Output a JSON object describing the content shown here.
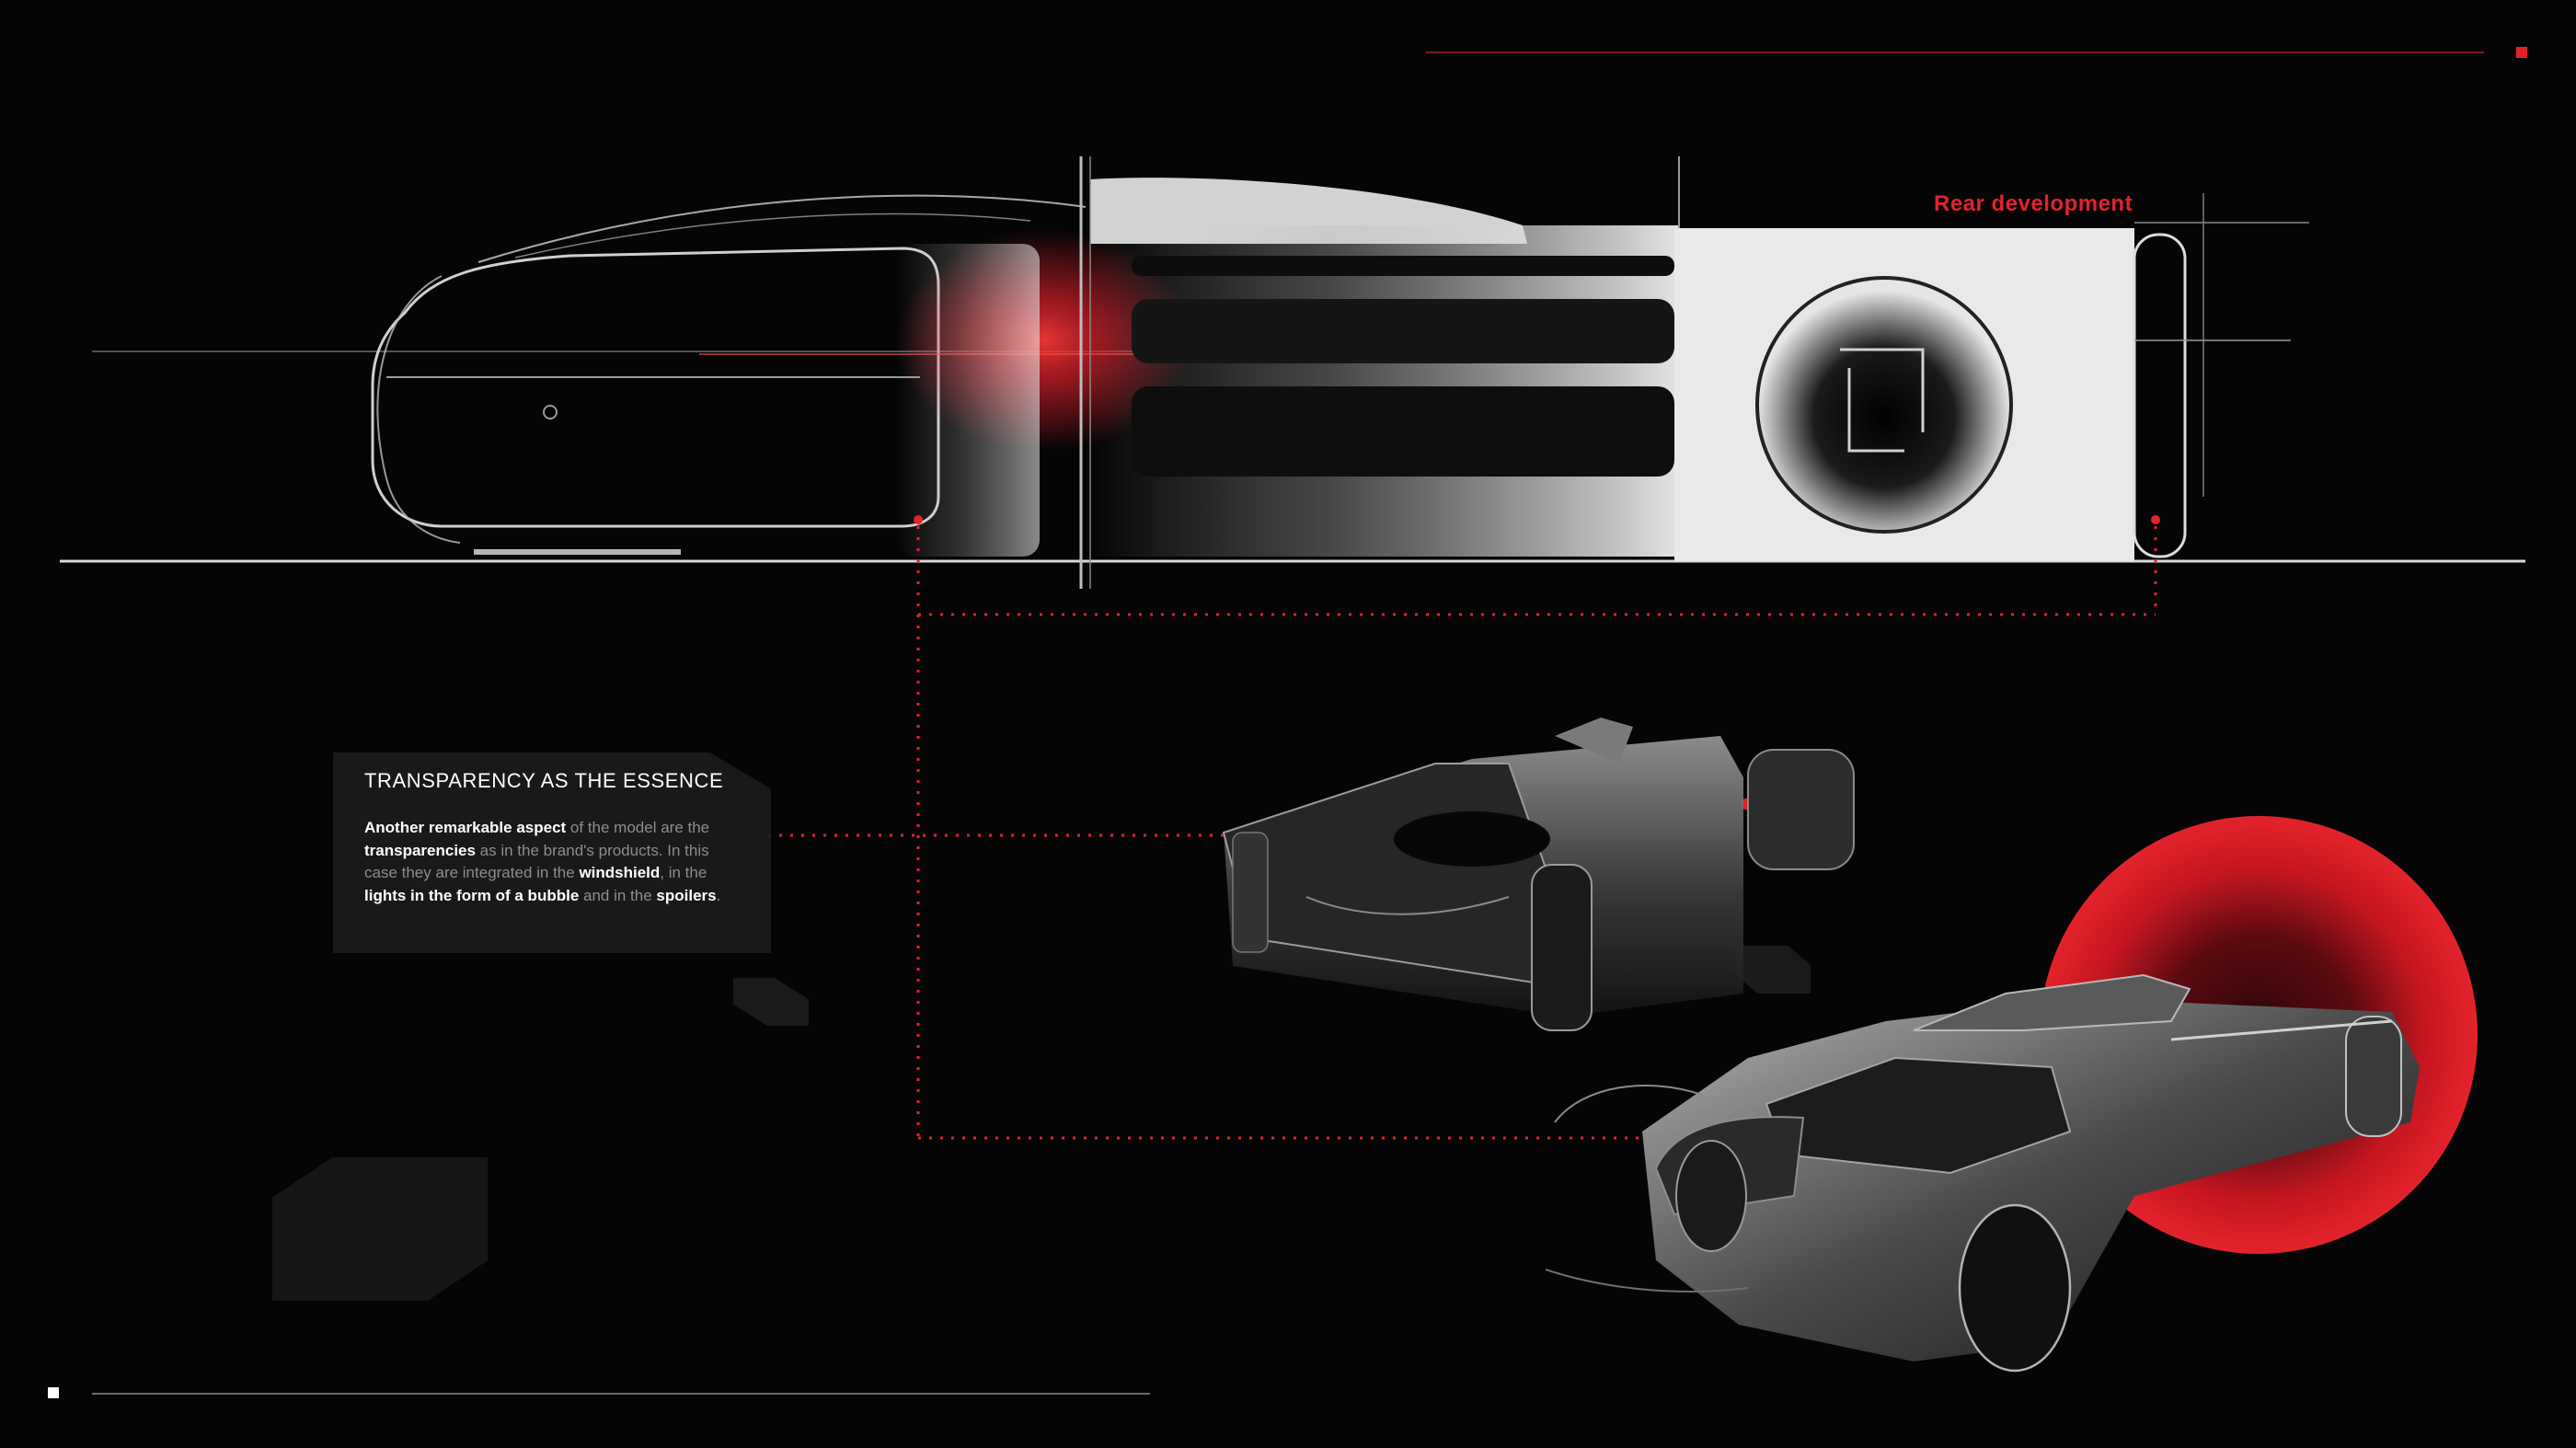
{
  "colors": {
    "background": "#060506",
    "accent_red": "#e3222b",
    "frame_line_red": "#7a1c20",
    "frame_line_grey": "#6b6a6b",
    "panel_bg": "#1c1b1c",
    "text_white": "#ffffff",
    "text_grey": "#8f8c8e"
  },
  "icons": {
    "top_square": "red-square-icon",
    "bottom_square": "white-square-icon"
  },
  "labels": {
    "rear_development": "Rear development"
  },
  "panel": {
    "title": "TRANSPARENCY AS THE ESSENCE",
    "segments": [
      {
        "text": "Another remarkable aspect",
        "bold": true
      },
      {
        "text": " of the model are the ",
        "bold": false
      },
      {
        "text": "transparencies",
        "bold": true
      },
      {
        "text": " as in the brand's products. In this case they are integrated in the ",
        "bold": false
      },
      {
        "text": "windshield",
        "bold": true
      },
      {
        "text": ", in the ",
        "bold": false
      },
      {
        "text": "lights in the form of a bubble",
        "bold": true
      },
      {
        "text": " and in the ",
        "bold": false
      },
      {
        "text": "spoilers",
        "bold": true
      },
      {
        "text": ".",
        "bold": false
      }
    ]
  }
}
